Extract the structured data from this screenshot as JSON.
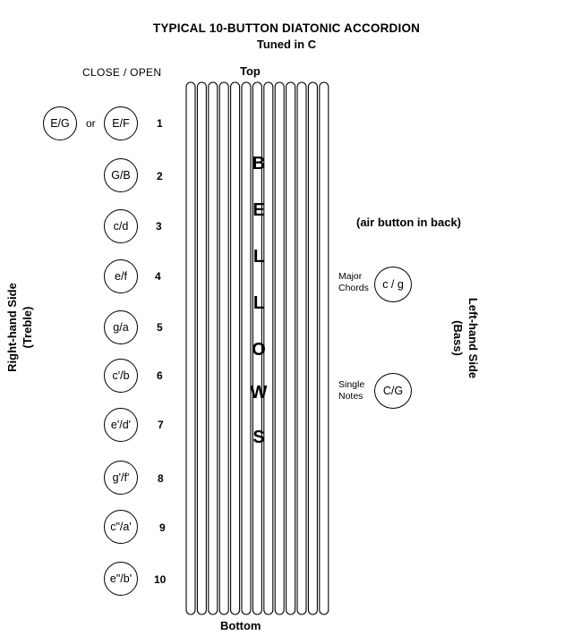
{
  "title": "TYPICAL 10-BUTTON DIATONIC ACCORDION",
  "subtitle": "Tuned in C",
  "column_header": "CLOSE / OPEN",
  "bellows": {
    "top_label": "Top",
    "bottom_label": "Bottom",
    "letters": [
      "B",
      "E",
      "L",
      "L",
      "O",
      "W",
      "S"
    ]
  },
  "treble": {
    "side_label_1": "Right-hand Side",
    "side_label_2": "(Treble)",
    "alt_button": "E/G",
    "or_label": "or",
    "buttons": [
      {
        "notes": "E/F",
        "number": "1"
      },
      {
        "notes": "G/B",
        "number": "2"
      },
      {
        "notes": "c/d",
        "number": "3"
      },
      {
        "notes": "e/f",
        "number": "4"
      },
      {
        "notes": "g/a",
        "number": "5"
      },
      {
        "notes": "c'/b",
        "number": "6"
      },
      {
        "notes": "e'/d'",
        "number": "7"
      },
      {
        "notes": "g'/f'",
        "number": "8"
      },
      {
        "notes": "c\"/a'",
        "number": "9"
      },
      {
        "notes": "e\"/b'",
        "number": "10"
      }
    ]
  },
  "bass": {
    "side_label_1": "Left-hand Side",
    "side_label_2": "(Bass)",
    "air_button_note": "(air button in back)",
    "chords_label_1": "Major",
    "chords_label_2": "Chords",
    "chords_button": "c / g",
    "notes_label_1": "Single",
    "notes_label_2": "Notes",
    "notes_button": "C/G"
  }
}
